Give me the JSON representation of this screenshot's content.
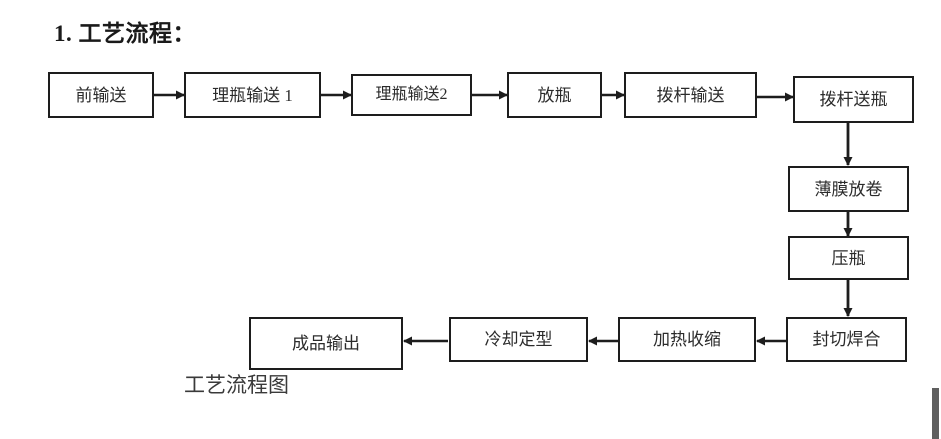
{
  "document": {
    "section_title": "1. 工艺流程：",
    "figure_caption": "工艺流程图"
  },
  "flowchart": {
    "type": "process-flow-diagram",
    "orientation": "serpentine",
    "nodes": [
      {
        "id": "n1",
        "label": "前输送",
        "row": "top",
        "order": 1
      },
      {
        "id": "n2",
        "label": "理瓶输送 1",
        "row": "top",
        "order": 2
      },
      {
        "id": "n3",
        "label": "理瓶输送2",
        "row": "top",
        "order": 3
      },
      {
        "id": "n4",
        "label": "放瓶",
        "row": "top",
        "order": 4
      },
      {
        "id": "n5",
        "label": "拨杆输送",
        "row": "top",
        "order": 5
      },
      {
        "id": "n6",
        "label": "拨杆送瓶",
        "row": "right",
        "order": 6
      },
      {
        "id": "n7",
        "label": "薄膜放卷",
        "row": "right",
        "order": 7
      },
      {
        "id": "n8",
        "label": "压瓶",
        "row": "right",
        "order": 8
      },
      {
        "id": "n9",
        "label": "封切焊合",
        "row": "bottom",
        "order": 9
      },
      {
        "id": "n10",
        "label": "加热收缩",
        "row": "bottom",
        "order": 10
      },
      {
        "id": "n11",
        "label": "冷却定型",
        "row": "bottom",
        "order": 11
      },
      {
        "id": "n12",
        "label": "成品输出",
        "row": "bottom",
        "order": 12
      }
    ],
    "edges": [
      {
        "from": "n1",
        "to": "n2",
        "direction": "right"
      },
      {
        "from": "n2",
        "to": "n3",
        "direction": "right"
      },
      {
        "from": "n3",
        "to": "n4",
        "direction": "right"
      },
      {
        "from": "n4",
        "to": "n5",
        "direction": "right"
      },
      {
        "from": "n5",
        "to": "n6",
        "direction": "right"
      },
      {
        "from": "n6",
        "to": "n7",
        "direction": "down"
      },
      {
        "from": "n7",
        "to": "n8",
        "direction": "down"
      },
      {
        "from": "n8",
        "to": "n9",
        "direction": "down"
      },
      {
        "from": "n9",
        "to": "n10",
        "direction": "left"
      },
      {
        "from": "n10",
        "to": "n11",
        "direction": "left"
      },
      {
        "from": "n11",
        "to": "n12",
        "direction": "left"
      }
    ],
    "colors": {
      "box_border": "#1d1d1d",
      "box_fill": "#ffffff",
      "connector": "#1d1d1d",
      "text": "#2b2b2b",
      "page_background": "#ffffff",
      "scroll_sliver": "#5f5f5f"
    }
  }
}
